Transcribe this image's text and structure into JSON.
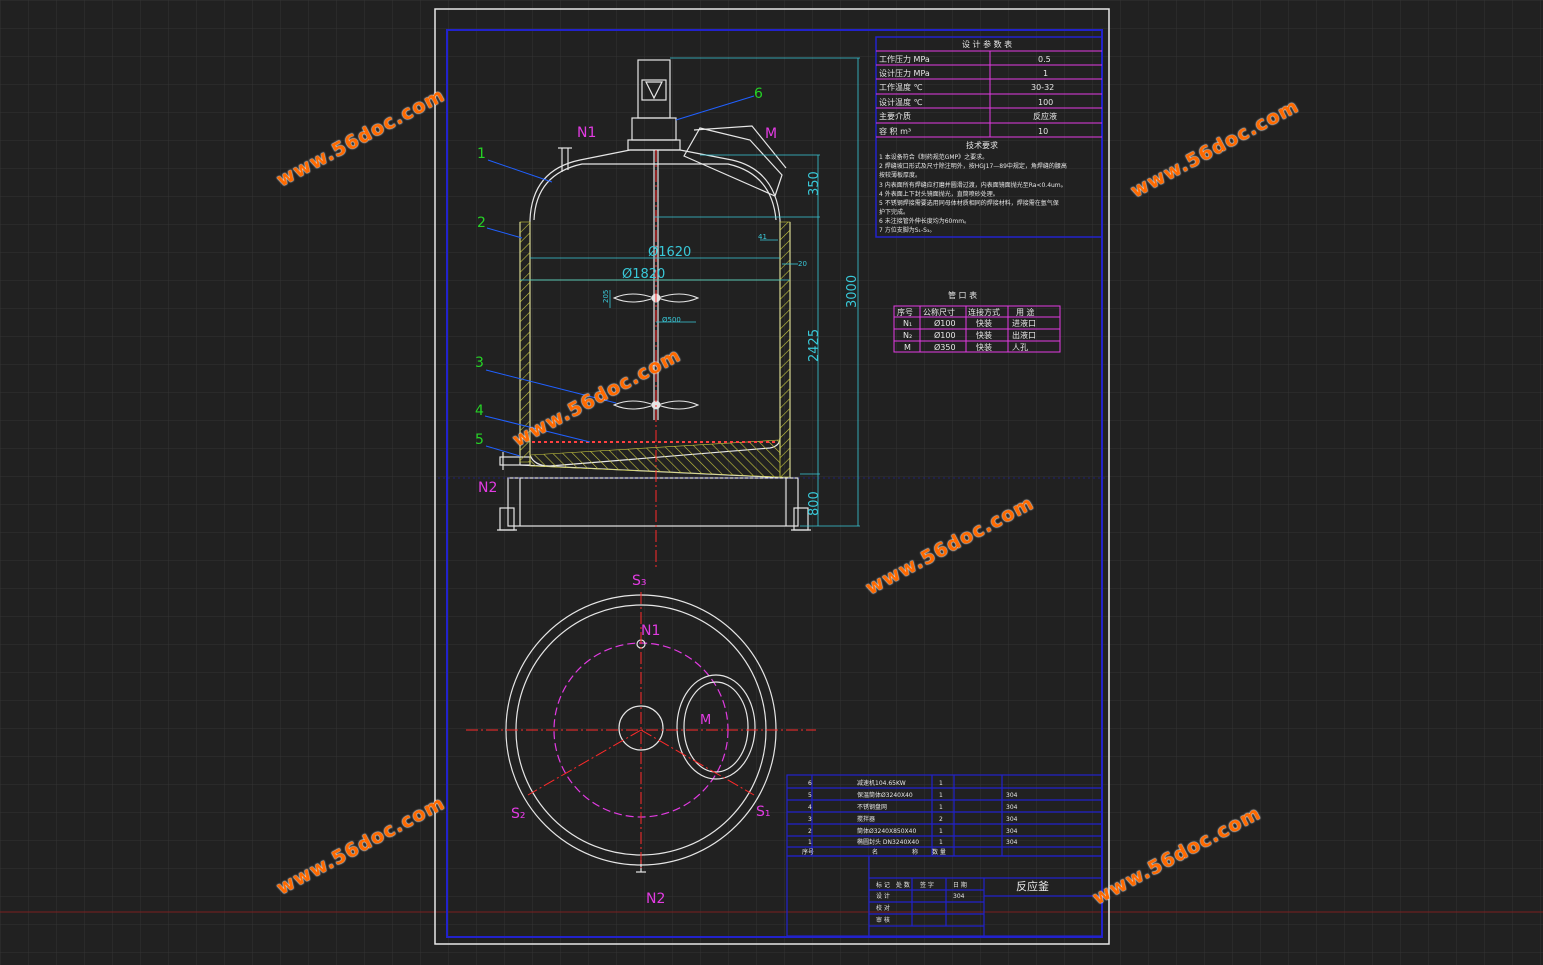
{
  "watermark": "www.56doc.com",
  "colors": {
    "background": "#212121",
    "grid": "#343434",
    "frame_outer": "#e8e8e8",
    "frame_inner": "#2222cc",
    "geometry": "#e6e6e6",
    "leader": "#25d325",
    "dimension": "#39c9d9",
    "nozzle_label": "#e23be2",
    "centerline": "#ff2a2a",
    "insulation": "#c8c840",
    "watermark": "#ff6a00"
  },
  "nozzles": {
    "n1": "N1",
    "n2": "N2",
    "m": "M"
  },
  "parts_callouts": [
    "1",
    "2",
    "3",
    "4",
    "5",
    "6"
  ],
  "dimensions": {
    "d_inner": "Ø1620",
    "d_outer": "Ø1820",
    "h_top": "350",
    "h_shell": "2425",
    "h_total": "3000",
    "h_leg": "800",
    "small_41": "41",
    "small_20": "20",
    "impeller": "Ø500",
    "blade": "205"
  },
  "plan_labels": {
    "s1": "S₁",
    "s2": "S₂",
    "s3": "S₃",
    "n1": "N1",
    "n2": "N2",
    "m": "M"
  },
  "design_table": {
    "title": "设 计 参 数 表",
    "rows": [
      {
        "label": "工作压力  MPa",
        "value": "0.5"
      },
      {
        "label": "设计压力  MPa",
        "value": "1"
      },
      {
        "label": "工作温度  ℃",
        "value": "30-32"
      },
      {
        "label": "设计温度  ℃",
        "value": "100"
      },
      {
        "label": "主要介质",
        "value": "反应液"
      },
      {
        "label": "容  积    m³",
        "value": "10"
      }
    ]
  },
  "tech_requirements": {
    "title": "技术要求",
    "items": [
      "1  本设备符合《制药规范GMP》之要求。",
      "2  焊缝坡口形式及尺寸除注明外，按HGJ17—89中规定，角焊缝的腰高",
      "   按较薄板厚度。",
      "3  内表面所有焊缝应打磨并圆滑过渡，内表面镜面抛光至Ra<0.4um。",
      "4  外表面上下封头镜面抛光，直筒喷砂处理。",
      "5  不锈钢焊接需要选用同母体材质相同的焊接材料，焊接需在氩气保",
      "   护下完成。",
      "6  未注接管外伸长度均为60mm。",
      "7  方位支脚为S₁-S₃。"
    ]
  },
  "nozzle_table": {
    "title": "管 口 表",
    "headers": [
      "序号",
      "公称尺寸",
      "连接方式",
      "用  途"
    ],
    "rows": [
      [
        "N₁",
        "Ø100",
        "快装",
        "进液口"
      ],
      [
        "N₂",
        "Ø100",
        "快装",
        "出液口"
      ],
      [
        "M",
        "Ø350",
        "快装",
        "人孔"
      ]
    ]
  },
  "bom": {
    "rows": [
      [
        "6",
        "减速机104.65KW",
        "1",
        ""
      ],
      [
        "5",
        "保温筒体Ø3240X40",
        "1",
        "304"
      ],
      [
        "4",
        "不锈钢盘网",
        "1",
        "304"
      ],
      [
        "3",
        "搅拌器",
        "2",
        "304"
      ],
      [
        "2",
        "筒体Ø3240X850X40",
        "1",
        "304"
      ],
      [
        "1",
        "椭圆封头 DN3240X40",
        "1",
        "304"
      ]
    ],
    "headers": [
      "序号",
      "名",
      "称",
      "数 量"
    ]
  },
  "title_block": {
    "headers": [
      "标 记",
      "处 数",
      "签 字",
      "日 期"
    ],
    "rows": [
      "设 计",
      "校 对",
      "审 核"
    ],
    "material": "304",
    "drawing_title": "反应釜"
  }
}
